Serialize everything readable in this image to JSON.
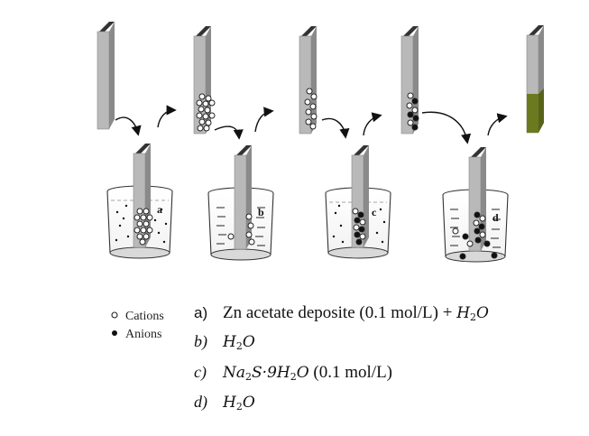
{
  "legend": {
    "cations_label": "Cations",
    "anions_label": "Anions"
  },
  "beakers": [
    {
      "letter": "a"
    },
    {
      "letter": "b"
    },
    {
      "letter": "c"
    },
    {
      "letter": "d"
    }
  ],
  "steps": [
    {
      "label": "a)",
      "text": "Zn acetate deposite (0.1 mol/L) + ",
      "formula": "H",
      "sub": "2",
      "formula_tail": "O",
      "suffix": ""
    },
    {
      "label": "b)",
      "text": "",
      "formula": "H",
      "sub": "2",
      "formula_tail": "O",
      "suffix": ""
    },
    {
      "label": "c)",
      "text": "",
      "formula": "Na",
      "sub": "2",
      "formula_tail": "S·9H",
      "sub2": "2",
      "formula_tail2": "O",
      "suffix": " (0.1 mol/L)"
    },
    {
      "label": "d)",
      "text": "",
      "formula": "H",
      "sub": "2",
      "formula_tail": "O",
      "suffix": ""
    }
  ],
  "colors": {
    "substrate": "#b9b9b9",
    "substrate_edge": "#1a1a1a",
    "film": "#6b7a1e",
    "outline": "#333333"
  }
}
